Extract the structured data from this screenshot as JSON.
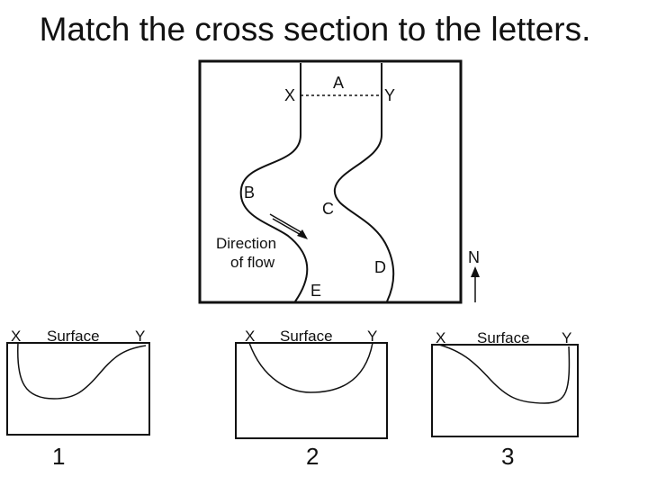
{
  "title": "Match the cross section to the letters.",
  "map": {
    "labels": {
      "x": "X",
      "a": "A",
      "y": "Y",
      "b": "B",
      "c": "C",
      "direction_line1": "Direction",
      "direction_line2": "of flow",
      "d": "D",
      "e": "E",
      "north": "N"
    }
  },
  "cross_sections": [
    {
      "number": "1",
      "left_label": "X",
      "surface_label": "Surface",
      "right_label": "Y"
    },
    {
      "number": "2",
      "left_label": "X",
      "surface_label": "Surface",
      "right_label": "Y"
    },
    {
      "number": "3",
      "left_label": "X",
      "surface_label": "Surface",
      "right_label": "Y"
    }
  ]
}
